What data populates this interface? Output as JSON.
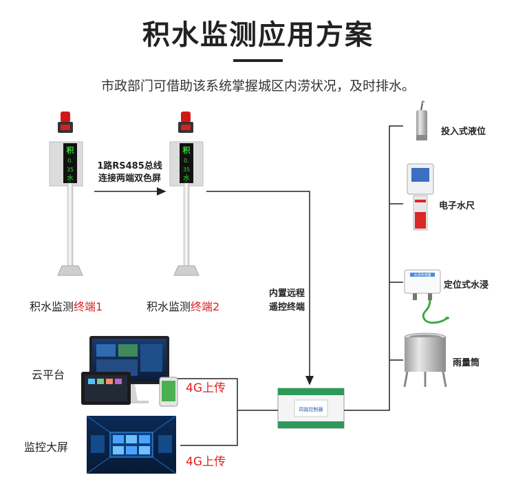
{
  "header": {
    "title": "积水监测应用方案",
    "subtitle": "市政部门可借助该系统掌握城区内涝状况，及时排水。"
  },
  "terminals": [
    {
      "name_prefix": "积水监测",
      "name_suffix": "终端1"
    },
    {
      "name_prefix": "积水监测",
      "name_suffix": "终端2"
    }
  ],
  "link_label": {
    "line1": "1路RS485总线",
    "line2": "连接两端双色屏"
  },
  "controller_label": {
    "line1": "内置远程",
    "line2": "遥控终端"
  },
  "controller_text": "四路控制器",
  "platforms": {
    "cloud": "云平台",
    "wall": "监控大屏"
  },
  "uplink": {
    "top": "4G上传",
    "bottom": "4G上传"
  },
  "sensors": [
    {
      "label": "投入式液位"
    },
    {
      "label": "电子水尺"
    },
    {
      "label": "定位式水浸"
    },
    {
      "label": "雨量筒"
    }
  ],
  "sensor_box_text": "水浸传感器",
  "colors": {
    "accent_red": "#e02020",
    "screen_green": "#33dd33",
    "cable_green": "#3fa83f"
  }
}
